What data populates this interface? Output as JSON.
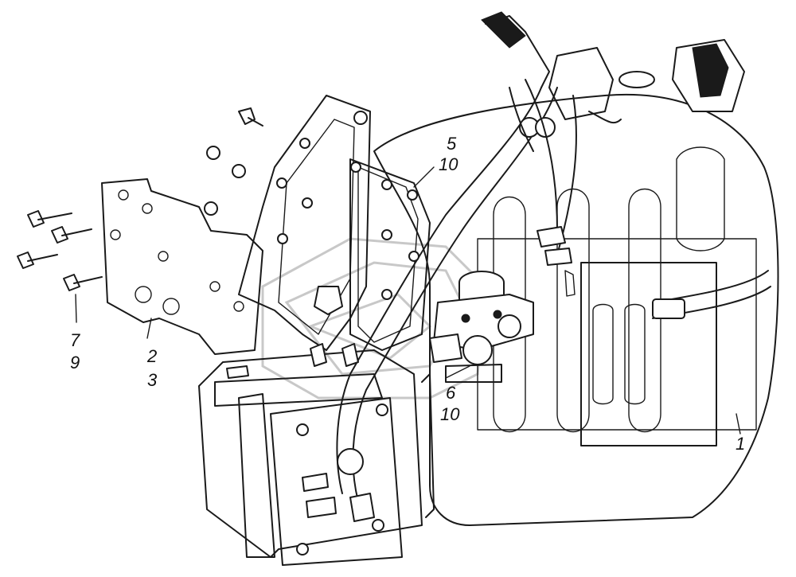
{
  "callouts": {
    "c1": "1",
    "c2": "2",
    "c3": "3",
    "c5": "5",
    "c10a": "10",
    "c6": "6",
    "c10b": "10",
    "c7": "7",
    "c9": "9"
  }
}
